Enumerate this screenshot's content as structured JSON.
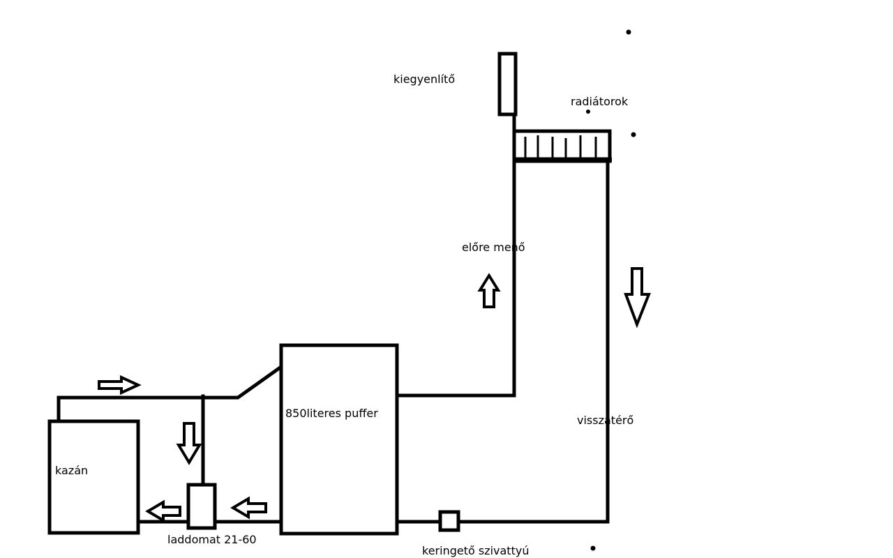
{
  "labels": {
    "expansion_tank": "kiegyenlítő",
    "radiators": "radiátorok",
    "supply": "előre menő",
    "return": "visszatérő",
    "buffer": "850literes puffer",
    "boiler": "kazán",
    "laddomat": "laddomat 21-60",
    "pump": "keringető szivattyú"
  },
  "colors": {
    "line": "#000000",
    "background": "#ffffff"
  }
}
